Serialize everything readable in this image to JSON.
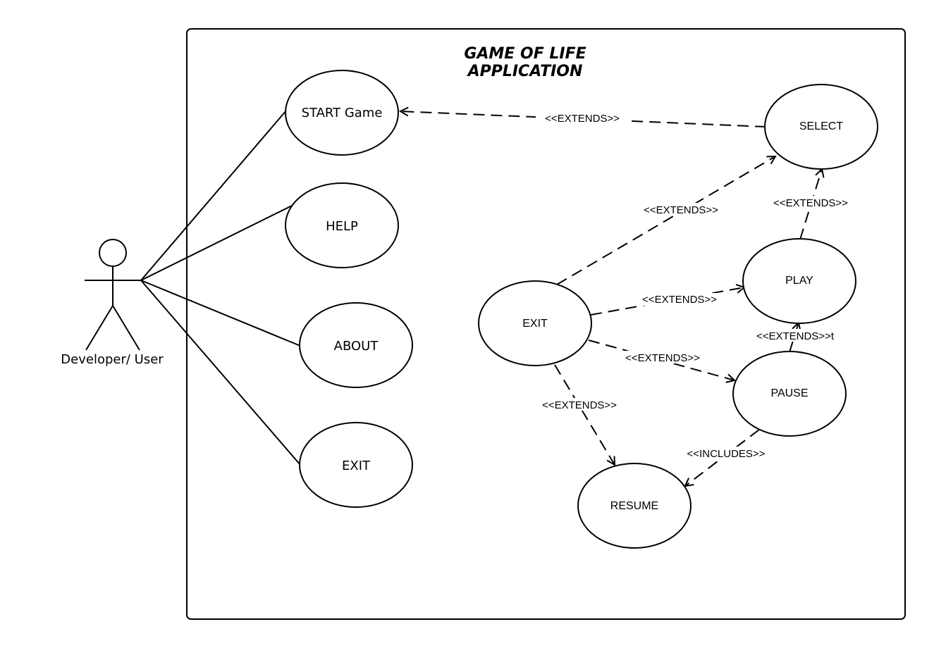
{
  "diagram": {
    "title_line1": "GAME OF LIFE",
    "title_line2": "APPLICATION",
    "actor": {
      "label": "Developer/ User"
    },
    "use_cases": {
      "start_game": "START Game",
      "help": "HELP",
      "about": "ABOUT",
      "exit_menu": "EXIT",
      "select": "SELECT",
      "play": "PLAY",
      "exit": "EXIT",
      "pause": "PAUSE",
      "resume": "RESUME"
    },
    "relationships": {
      "select_to_start": "<<EXTENDS>>",
      "exit_to_select": "<<EXTENDS>>",
      "play_to_select": "<<EXTENDS>>",
      "exit_to_play": "<<EXTENDS>>",
      "pause_to_play": "<<EXTENDS>>t",
      "exit_to_pause": "<<EXTENDS>>",
      "exit_to_resume": "<<EXTENDS>>",
      "pause_to_resume": "<<INCLUDES>>"
    }
  }
}
